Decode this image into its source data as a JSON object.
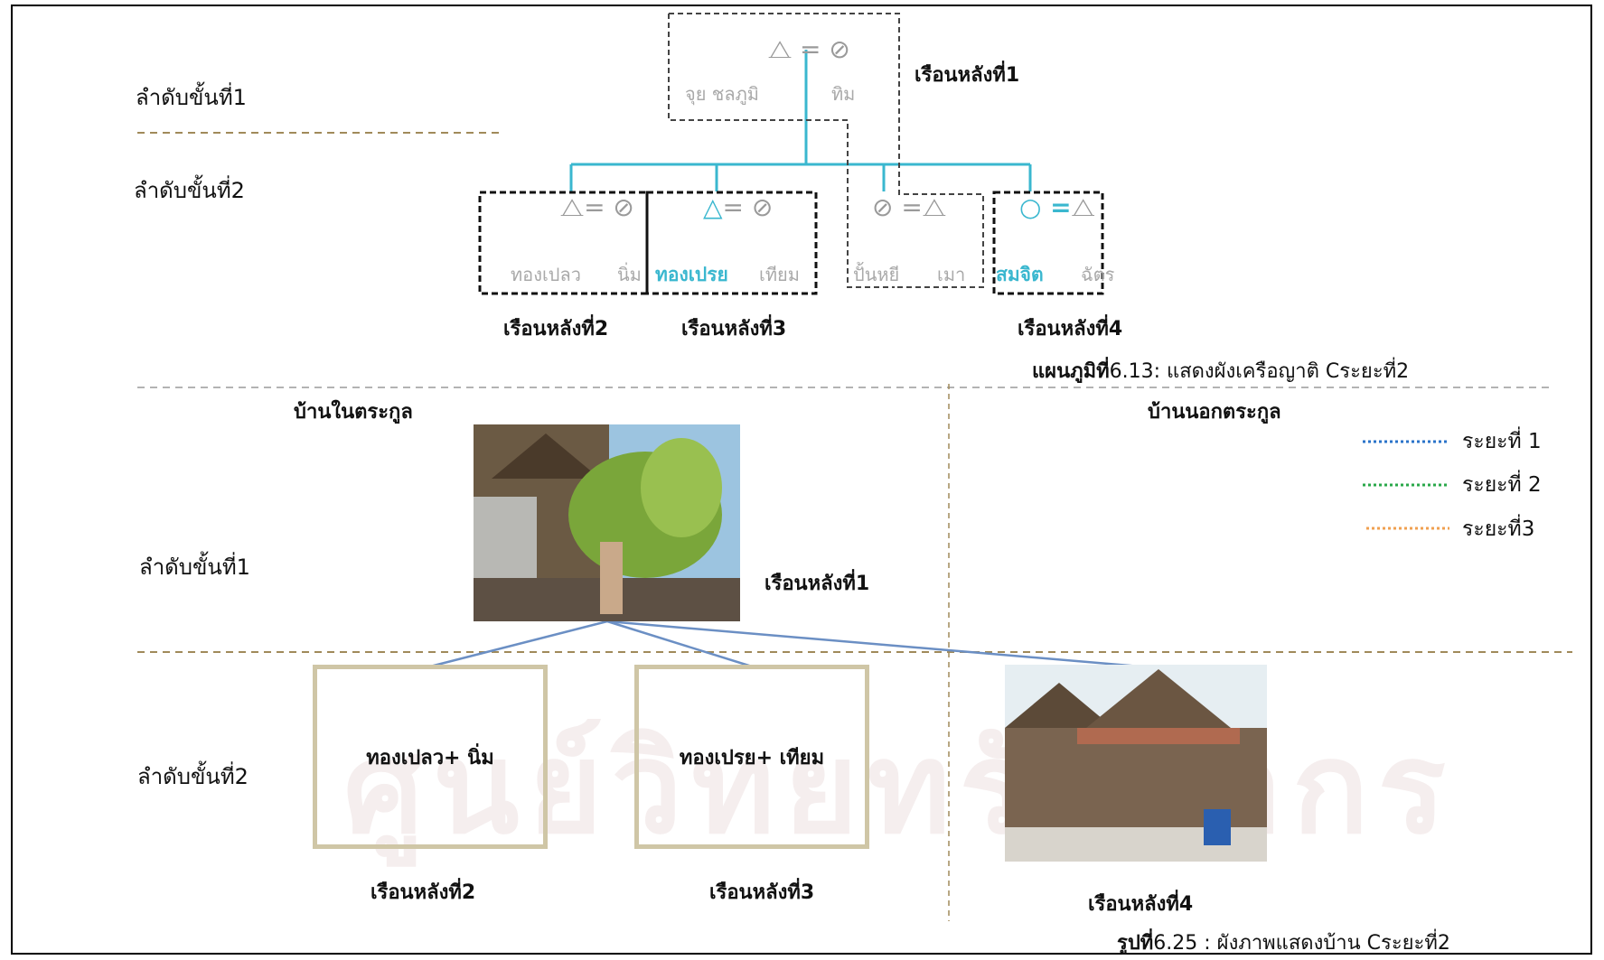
{
  "watermark": "ศูนย์วิทยทรัพยากร",
  "levels": {
    "top_l1": "ลำดับขั้นที่1",
    "top_l2": "ลำดับขั้นที่2",
    "bottom_l1": "ลำดับขั้นที่1",
    "bottom_l2": "ลำดับขั้นที่2"
  },
  "kinship": {
    "gen1": {
      "left_name": "จุย ชลภูมิ",
      "right_name": "ทิม",
      "house": "เรือนหลังที่1"
    },
    "gen2": [
      {
        "left_name": "ทองเปลว",
        "right_name": "นิ่ม",
        "house": "เรือนหลังที่2",
        "highlight_left": false
      },
      {
        "left_name": "ทองเปรย",
        "right_name": "เทียม",
        "house": "เรือนหลังที่3",
        "highlight_left": true
      },
      {
        "left_name": "ปั้นหยี",
        "right_name": "เมา",
        "house": "",
        "highlight_left": false
      },
      {
        "left_name": "สมจิต",
        "right_name": "ฉัตร",
        "house": "เรือนหลังที่4",
        "highlight_left": true
      }
    ],
    "caption_bold": "แผนภูมิที่",
    "caption_rest": "6.13: แสดงผังเครือญาติ Cระยะที่2"
  },
  "houses": {
    "inside_title": "บ้านในตระกูล",
    "outside_title": "บ้านนอกตระกูล",
    "photo1_label": "เรือนหลังที่1",
    "box2_text": "ทองเปลว+ นิ่ม",
    "box3_text": "ทองเปรย+ เทียม",
    "label2": "เรือนหลังที่2",
    "label3": "เรือนหลังที่3",
    "label4": "เรือนหลังที่4",
    "caption_bold": "รูปที่",
    "caption_rest": "6.25 : ผังภาพแสดงบ้าน Cระยะที่2"
  },
  "legend": [
    {
      "label": "ระยะที่ 1",
      "color": "#2a73c9"
    },
    {
      "label": "ระยะที่ 2",
      "color": "#2aa84a"
    },
    {
      "label": "ระยะที่3",
      "color": "#f0a050"
    }
  ]
}
